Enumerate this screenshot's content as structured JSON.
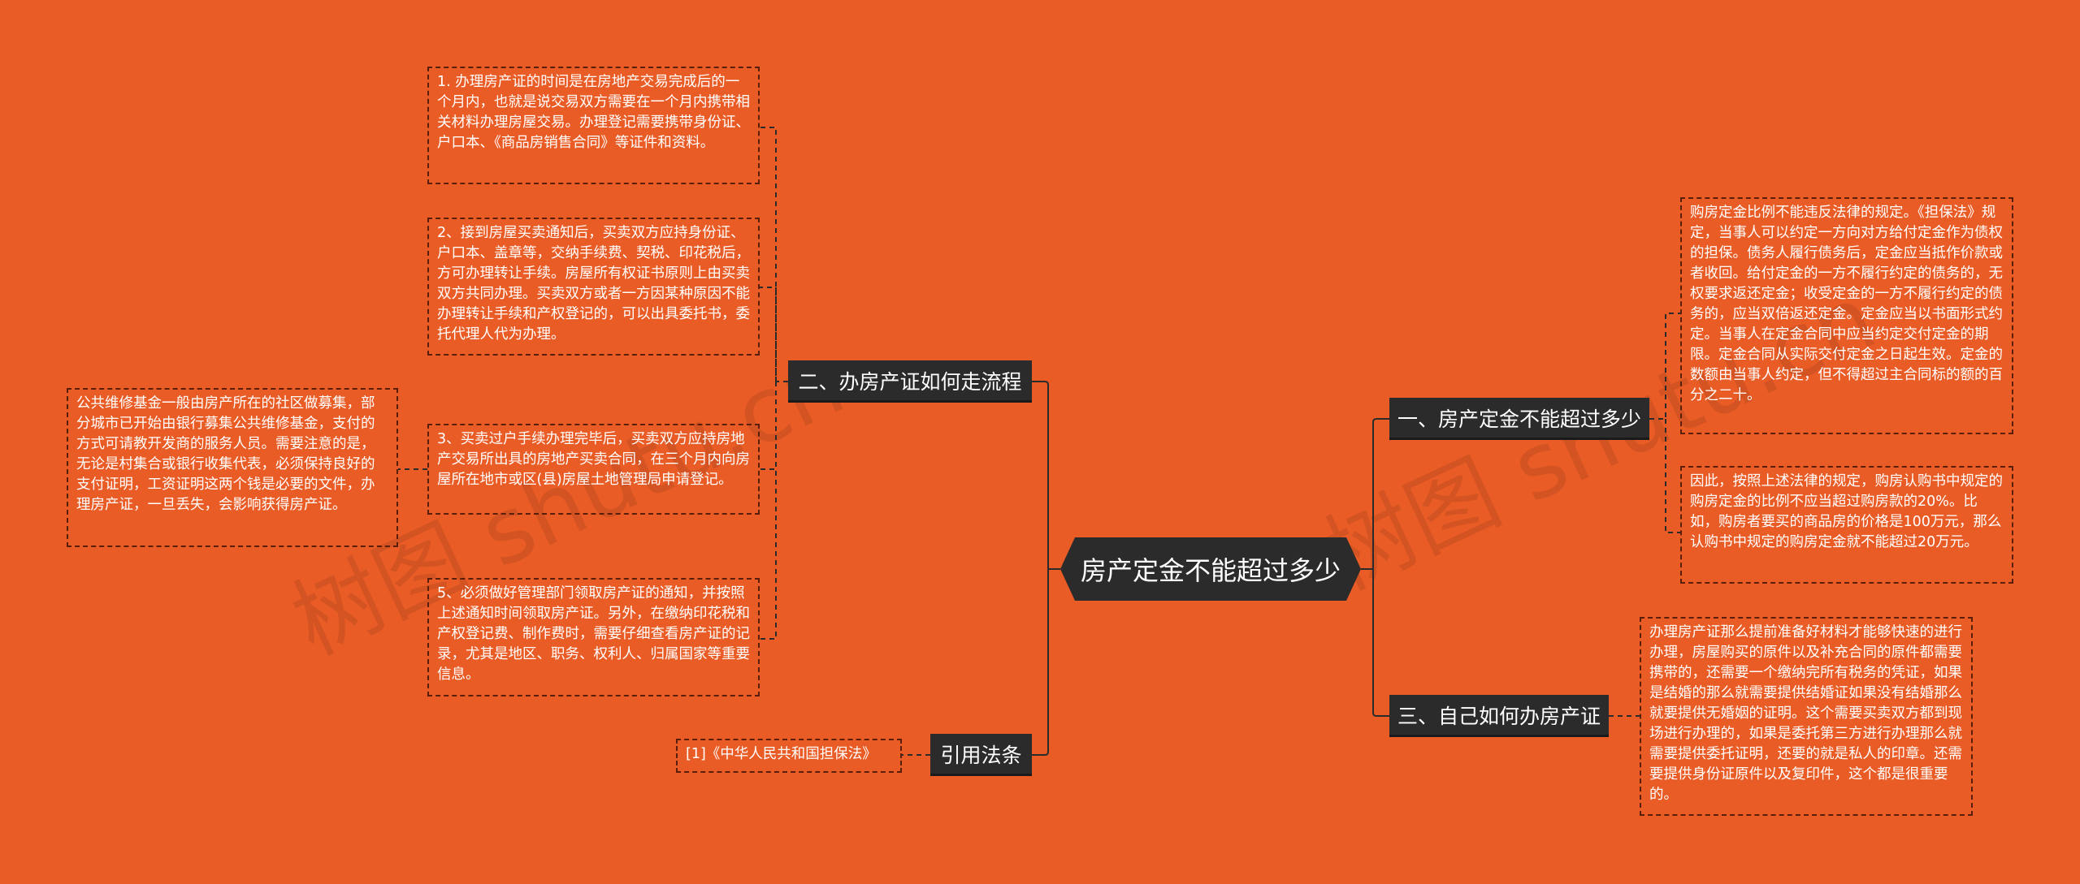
{
  "center": {
    "label": "房产定金不能超过多少"
  },
  "watermark": "树图 shutu.cn",
  "colors": {
    "background": "#EA5C26",
    "node": "#2b2b2b",
    "line": "#2b2b2b",
    "text": "#ffffff"
  },
  "branches": {
    "b1": {
      "label": "一、房产定金不能超过多少"
    },
    "b2": {
      "label": "二、办房产证如何走流程"
    },
    "b3": {
      "label": "三、自己如何办房产证"
    },
    "b4": {
      "label": "引用法条"
    }
  },
  "leaves": {
    "b1_1": "购房定金比例不能违反法律的规定。《担保法》规定，当事人可以约定一方向对方给付定金作为债权的担保。债务人履行债务后，定金应当抵作价款或者收回。给付定金的一方不履行约定的债务的，无权要求返还定金；收受定金的一方不履行约定的债务的，应当双倍返还定金。定金应当以书面形式约定。当事人在定金合同中应当约定交付定金的期限。定金合同从实际交付定金之日起生效。定金的数额由当事人约定，但不得超过主合同标的额的百分之二十。",
    "b1_2": "因此，按照上述法律的规定，购房认购书中规定的购房定金的比例不应当超过购房款的20%。比如，购房者要买的商品房的价格是100万元，那么认购书中规定的购房定金就不能超过20万元。",
    "b2_1": "1. 办理房产证的时间是在房地产交易完成后的一个月内，也就是说交易双方需要在一个月内携带相关材料办理房屋交易。办理登记需要携带身份证、户口本、《商品房销售合同》等证件和资料。",
    "b2_2": "2、接到房屋买卖通知后，买卖双方应持身份证、户口本、盖章等，交纳手续费、契税、印花税后，方可办理转让手续。房屋所有权证书原则上由买卖双方共同办理。买卖双方或者一方因某种原因不能办理转让手续和产权登记的，可以出具委托书，委托代理人代为办理。",
    "b2_3": "3、买卖过户手续办理完毕后，买卖双方应持房地产交易所出具的房地产买卖合同，在三个月内向房屋所在地市或区(县)房屋土地管理局申请登记。",
    "b2_3_1": "公共维修基金一般由房产所在的社区做募集，部分城市已开始由银行募集公共维修基金，支付的方式可请教开发商的服务人员。需要注意的是，无论是村集合或银行收集代表，必须保持良好的支付证明，工资证明这两个钱是必要的文件，办理房产证，一旦丢失，会影响获得房产证。",
    "b2_4": "5、必须做好管理部门领取房产证的通知，并按照上述通知时间领取房产证。另外，在缴纳印花税和产权登记费、制作费时，需要仔细查看房产证的记录，尤其是地区、职务、权利人、归属国家等重要信息。",
    "b3_1": "办理房产证那么提前准备好材料才能够快速的进行办理，房屋购买的原件以及补充合同的原件都需要携带的，还需要一个缴纳完所有税务的凭证，如果是结婚的那么就需要提供结婚证如果没有结婚那么就要提供无婚姻的证明。这个需要买卖双方都到现场进行办理的，如果是委托第三方进行办理那么就需要提供委托证明，还要的就是私人的印章。还需要提供身份证原件以及复印件，这个都是很重要的。",
    "b4_1": "[1]《中华人民共和国担保法》"
  }
}
